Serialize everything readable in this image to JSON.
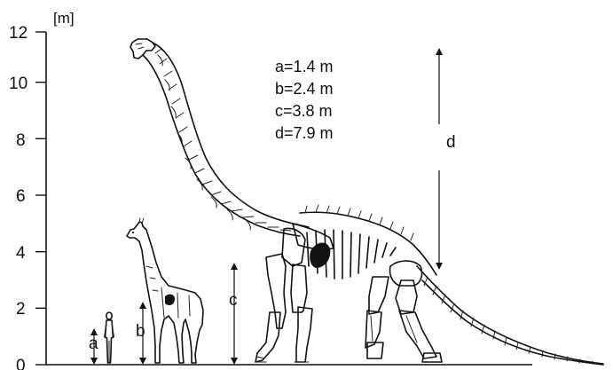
{
  "y_axis": {
    "unit": "[m]",
    "ticks": [
      "0",
      "2",
      "4",
      "6",
      "8",
      "10",
      "12"
    ]
  },
  "measurements": [
    {
      "key": "a",
      "text": "a=1.4 m",
      "value_m": 1.4
    },
    {
      "key": "b",
      "text": "b=2.4 m",
      "value_m": 2.4
    },
    {
      "key": "c",
      "text": "c=3.8 m",
      "value_m": 3.8
    },
    {
      "key": "d",
      "text": "d=7.9 m",
      "value_m": 7.9
    }
  ],
  "markers": {
    "a": "a",
    "b": "b",
    "c": "c",
    "d": "d"
  },
  "colors": {
    "ink": "#111111",
    "background": "#ffffff"
  }
}
